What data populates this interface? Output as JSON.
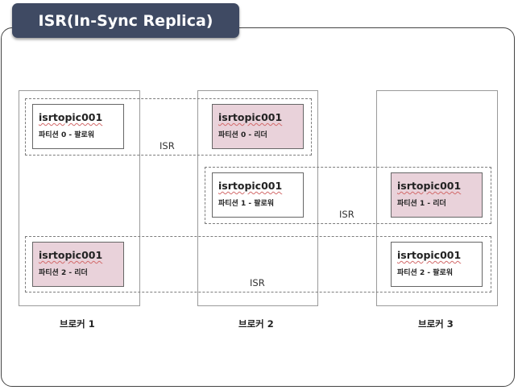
{
  "title": "ISR(In-Sync Replica)",
  "brokers": [
    {
      "label": "브로커 1"
    },
    {
      "label": "브로커 2"
    },
    {
      "label": "브로커 3"
    }
  ],
  "isr_groups": [
    {
      "label": "ISR"
    },
    {
      "label": "ISR"
    },
    {
      "label": "ISR"
    }
  ],
  "replicas": [
    {
      "topic": "isrtopic001",
      "partition": "파티션 0 - 팔로워",
      "role": "follower"
    },
    {
      "topic": "isrtopic001",
      "partition": "파티션 0 - 리더",
      "role": "leader"
    },
    {
      "topic": "isrtopic001",
      "partition": "파티션 1 - 팔로워",
      "role": "follower"
    },
    {
      "topic": "isrtopic001",
      "partition": "파티션 1 - 리더",
      "role": "leader"
    },
    {
      "topic": "isrtopic001",
      "partition": "파티션 2 - 리더",
      "role": "leader"
    },
    {
      "topic": "isrtopic001",
      "partition": "파티션 2 - 팔로워",
      "role": "follower"
    }
  ],
  "colors": {
    "title_bg": "#3f4a63",
    "leader_fill": "#e9d2da",
    "follower_fill": "#ffffff"
  }
}
